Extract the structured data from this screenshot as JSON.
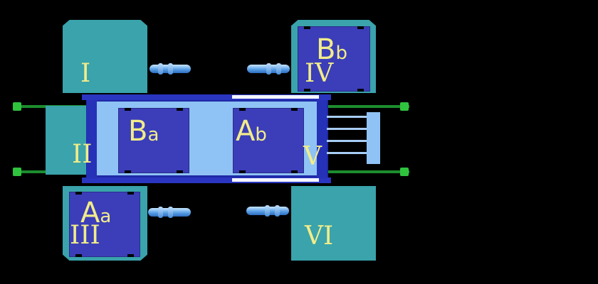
{
  "stations": {
    "I": "I",
    "II": "II",
    "III": "III",
    "IV": "IV",
    "V": "V",
    "VI": "VI"
  },
  "groups": {
    "Ba": {
      "major": "B",
      "minor": "a"
    },
    "Ab": {
      "major": "A",
      "minor": "b"
    },
    "Bb": {
      "major": "B",
      "minor": "b"
    },
    "Aa": {
      "major": "A",
      "minor": "a"
    }
  },
  "colors": {
    "background": "#000000",
    "station": "#3aa3ab",
    "group_card": "#3b3eb8",
    "carriage": "#8fc3f5",
    "frame": "#1f2aa6",
    "label_text": "#f2ec8a",
    "rail": "#1d8d2e",
    "cylinder": "#5aa0e6"
  }
}
